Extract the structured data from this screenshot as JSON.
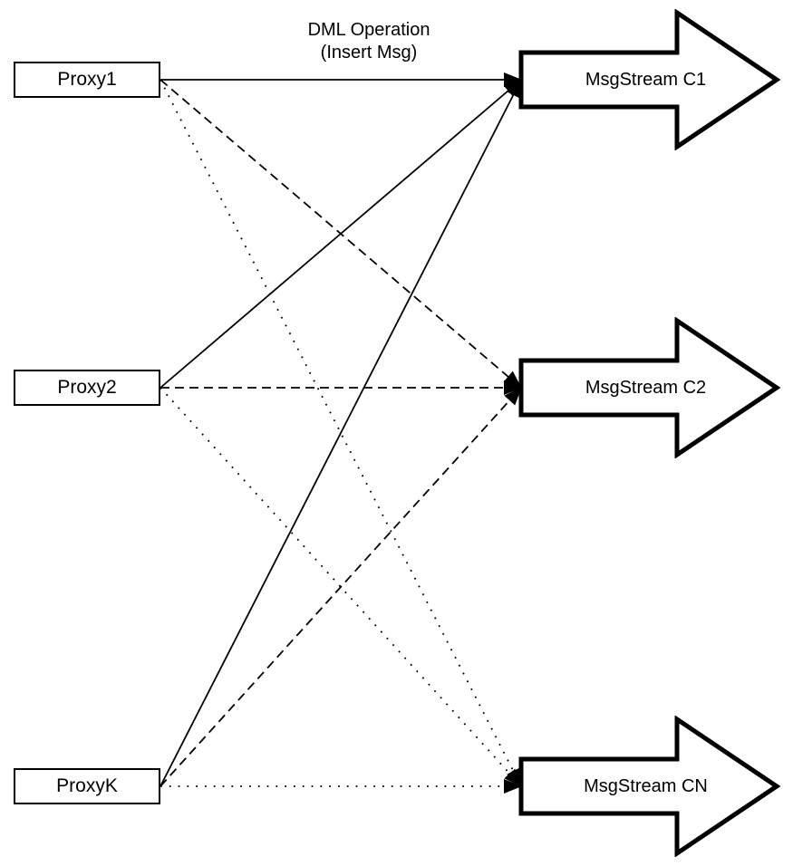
{
  "diagram": {
    "top_label": "DML Operation\n(Insert Msg)",
    "proxies": [
      {
        "id": "proxy1",
        "label": "Proxy1"
      },
      {
        "id": "proxy2",
        "label": "Proxy2"
      },
      {
        "id": "proxyk",
        "label": "ProxyK"
      }
    ],
    "streams": [
      {
        "id": "c1",
        "label": "MsgStream C1",
        "line_style": "solid"
      },
      {
        "id": "c2",
        "label": "MsgStream C2",
        "line_style": "dashed"
      },
      {
        "id": "cn",
        "label": "MsgStream CN",
        "line_style": "dotted"
      }
    ],
    "edges": [
      {
        "from": "proxy1",
        "to": "c1",
        "style": "solid"
      },
      {
        "from": "proxy1",
        "to": "c2",
        "style": "dashed"
      },
      {
        "from": "proxy1",
        "to": "cn",
        "style": "dotted"
      },
      {
        "from": "proxy2",
        "to": "c1",
        "style": "solid"
      },
      {
        "from": "proxy2",
        "to": "c2",
        "style": "dashed"
      },
      {
        "from": "proxy2",
        "to": "cn",
        "style": "dotted"
      },
      {
        "from": "proxyk",
        "to": "c1",
        "style": "solid"
      },
      {
        "from": "proxyk",
        "to": "c2",
        "style": "dashed"
      },
      {
        "from": "proxyk",
        "to": "cn",
        "style": "dotted"
      }
    ],
    "colors": {
      "stroke": "#000000",
      "fill": "#ffffff",
      "background": "#ffffff"
    }
  }
}
